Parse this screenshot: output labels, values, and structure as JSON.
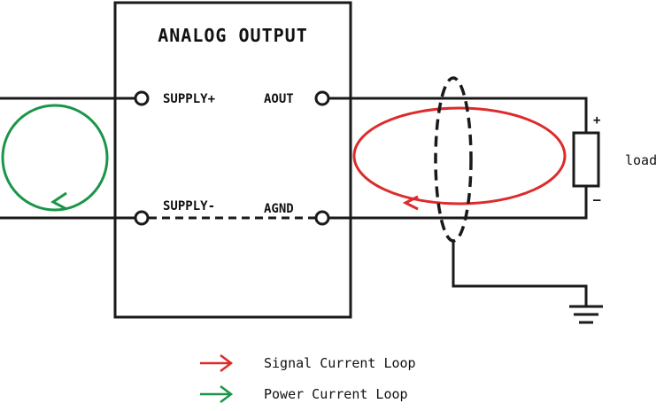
{
  "title": "ANALOG OUTPUT",
  "pins": {
    "supply_plus": "SUPPLY+",
    "supply_minus": "SUPPLY-",
    "aout": "AOUT",
    "agnd": "AGND"
  },
  "load": {
    "label": "load",
    "plus": "+",
    "minus": "–"
  },
  "legend": {
    "signal": "Signal Current Loop",
    "power": "Power Current Loop"
  },
  "colors": {
    "signal": "#dd2b2b",
    "power": "#1a9648",
    "wire": "#1a1a1a"
  }
}
